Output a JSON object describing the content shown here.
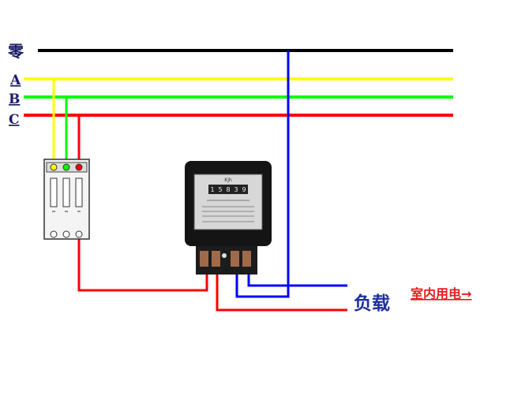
{
  "labels": {
    "neutral": "零",
    "phase_a": "A",
    "phase_b": "B",
    "phase_c": "C",
    "load": "负载",
    "indoor": "室内用电→"
  },
  "meter": {
    "brand": "Kjh",
    "digits": [
      "1",
      "5",
      "8",
      "3",
      "9"
    ]
  },
  "colors": {
    "neutral": "#000000",
    "phase_a": "#ffff00",
    "phase_b": "#00ff00",
    "phase_c": "#ff0000",
    "neutral_blue": "#0000ff",
    "label_blue": "#1f2f9a",
    "label_red": "#e02020",
    "label_text": "#1a1a66"
  }
}
